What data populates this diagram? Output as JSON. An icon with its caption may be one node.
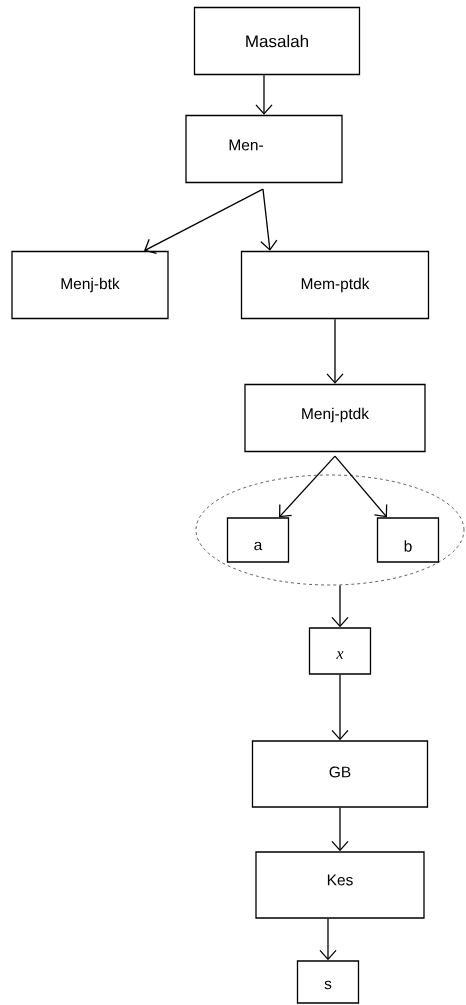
{
  "diagram": {
    "nodes": [
      {
        "text": [
          "Masalah"
        ]
      },
      {
        "text": [
          "Men-"
        ]
      },
      {
        "text": [
          "Menj-btk"
        ]
      },
      {
        "text": [
          "Mem-ptdk"
        ]
      },
      {
        "text": [
          "Menj-ptdk"
        ]
      },
      {
        "text": [],
        "shape": "ellipse"
      },
      {
        "text": [
          "a"
        ],
        "in": 5
      },
      {
        "text": [
          "b"
        ],
        "in": 5
      },
      {
        "text": [
          "x"
        ]
      },
      {
        "text": [
          "GB"
        ]
      },
      {
        "text": [
          "Kes"
        ]
      },
      {
        "text": [
          "s"
        ]
      }
    ],
    "edges": [
      {
        "from": 0,
        "to": 1,
        "arrow": "to"
      },
      {
        "from": 1,
        "to": 2,
        "arrow": "to"
      },
      {
        "from": 1,
        "to": 3,
        "arrow": "to"
      },
      {
        "from": 3,
        "to": 4,
        "arrow": "to"
      },
      {
        "from": 4,
        "to": 6,
        "arrow": "to"
      },
      {
        "from": 4,
        "to": 7,
        "arrow": "to"
      },
      {
        "from": 5,
        "to": 8,
        "arrow": "to"
      },
      {
        "from": 8,
        "to": 9,
        "arrow": "to"
      },
      {
        "from": 9,
        "to": 10,
        "arrow": "to"
      },
      {
        "from": 10,
        "to": 11,
        "arrow": "to"
      }
    ]
  }
}
